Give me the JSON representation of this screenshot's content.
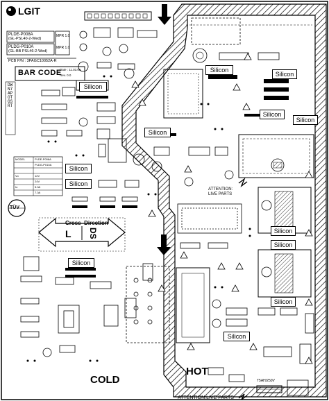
{
  "logo": {
    "text": "LGIT",
    "icon": "lg-logo-icon"
  },
  "models": [
    {
      "line1": "PLDE-P008A",
      "line2": "(GL-PSL40-2-Wed)",
      "mpr": "MPR 1.0"
    },
    {
      "line1": "PLDG-P010A",
      "line2": "(GL-BB PSL46-2-Wed)",
      "mpr": "MPR 1.0"
    }
  ],
  "pcb_part_number": "PCB P/N : 3PAGC10052A-R",
  "barcode": {
    "label": "BAR CODE",
    "date": "Date : 11.03.05",
    "rev": "Rev. 0.0"
  },
  "vertical_code": "DWN7APOTGSRT",
  "silicon_label": "Silicon",
  "cross_direction": {
    "top": "Cross  Direction",
    "left": "L",
    "right": "DS"
  },
  "tuv_label": "TÜV",
  "attention_labels": [
    "ATTENTION: LIVE PARTS",
    "ATTENTION:LIVE PARTS"
  ],
  "zones": {
    "cold": "COLD",
    "hot": "HOT"
  },
  "fuse_rating": "T5AH/250V",
  "spec_table": [
    [
      "MODEL",
      "PLDE-P008A",
      "PLDG-P010A"
    ],
    [
      "Vo",
      "12V",
      "24V"
    ],
    [
      "Io",
      "5.0A",
      "7.0A"
    ]
  ],
  "colors": {
    "ink": "#000000",
    "board": "#ffffff",
    "hatch": "#000000"
  }
}
